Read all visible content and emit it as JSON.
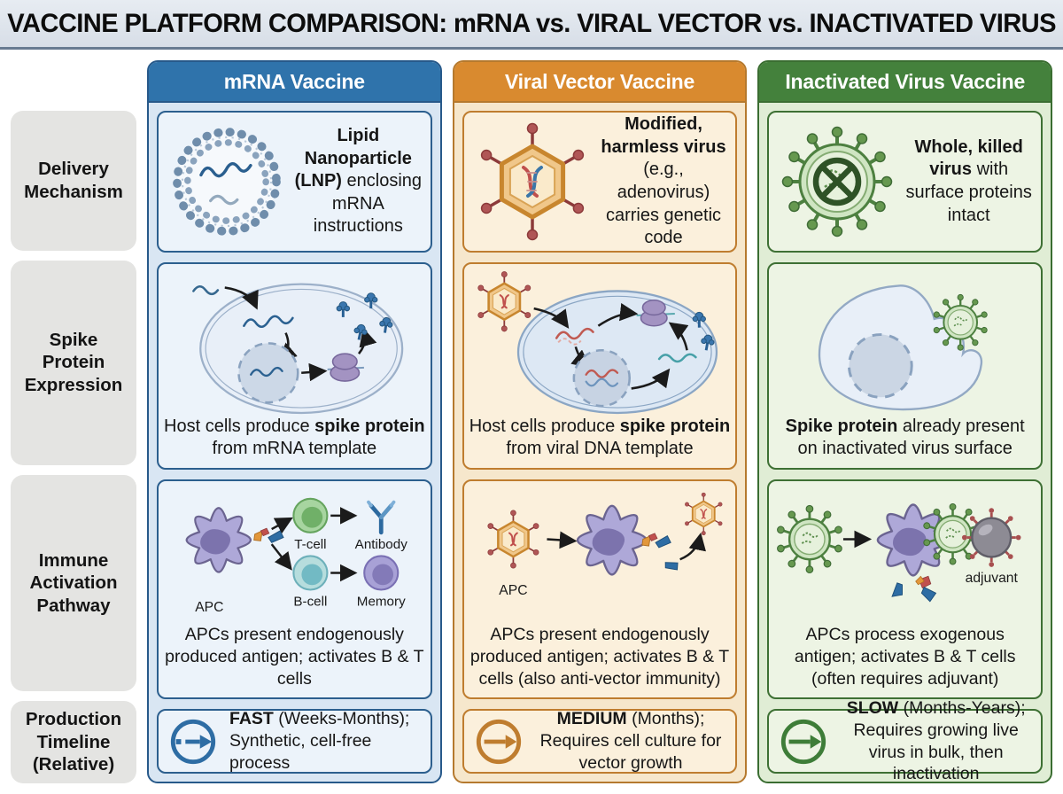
{
  "title": "VACCINE PLATFORM COMPARISON: mRNA vs. VIRAL VECTOR vs. INACTIVATED VIRUS",
  "row_labels": [
    "Delivery Mechanism",
    "Spike Protein Expression",
    "Immune Activation Pathway",
    "Production Timeline (Relative)"
  ],
  "colors": {
    "mrna_header": "#2f73ab",
    "viral_vector_header": "#d98a2f",
    "inactivated_header": "#44813c",
    "title_bar": "#dde4ec"
  },
  "icons": {
    "mrna_delivery": "lnp-icon",
    "viral_vector_delivery": "adenovirus-icon",
    "inactivated_delivery": "killed-virus-icon",
    "production_mrna": "fast-arrow-icon",
    "production_viral_vector": "medium-arrow-icon",
    "production_inactivated": "slow-arrow-icon"
  },
  "columns": [
    {
      "header": "mRNA Vaccine",
      "delivery": {
        "bold": "Lipid Nanoparticle (LNP)",
        "rest": " enclosing mRNA instructions"
      },
      "spike": {
        "pre": "Host cells produce ",
        "bold": "spike protein",
        "post": " from mRNA template"
      },
      "immune": {
        "caption": "APCs present endogenously produced antigen; activates B & T cells",
        "labels": {
          "apc": "APC",
          "tcell": "T-cell",
          "bcell": "B-cell",
          "antibody": "Antibody",
          "memory": "Memory"
        }
      },
      "production": {
        "bold": "FAST",
        "rest": " (Weeks-Months); Synthetic, cell-free process"
      }
    },
    {
      "header": "Viral Vector Vaccine",
      "delivery": {
        "bold": "Modified, harmless virus",
        "rest": " (e.g., adenovirus) carries genetic code"
      },
      "spike": {
        "pre": "Host cells produce ",
        "bold": "spike protein",
        "post": " from viral DNA template"
      },
      "immune": {
        "caption": "APCs present endogenously produced antigen; activates B & T cells (also anti-vector immunity)",
        "labels": {
          "apc": "APC"
        }
      },
      "production": {
        "bold": "MEDIUM",
        "rest": " (Months); Requires cell culture for vector growth"
      }
    },
    {
      "header": "Inactivated Virus Vaccine",
      "delivery": {
        "bold": "Whole, killed virus",
        "rest": " with surface proteins intact"
      },
      "spike": {
        "pre": "",
        "bold": "Spike protein",
        "post": " already present on inactivated virus surface"
      },
      "immune": {
        "caption": "APCs process exogenous antigen; activates B & T cells (often requires adjuvant)",
        "labels": {
          "adjuvant": "adjuvant"
        }
      },
      "production": {
        "bold": "SLOW",
        "rest": " (Months-Years); Requires growing live virus in bulk, then inactivation"
      }
    }
  ]
}
